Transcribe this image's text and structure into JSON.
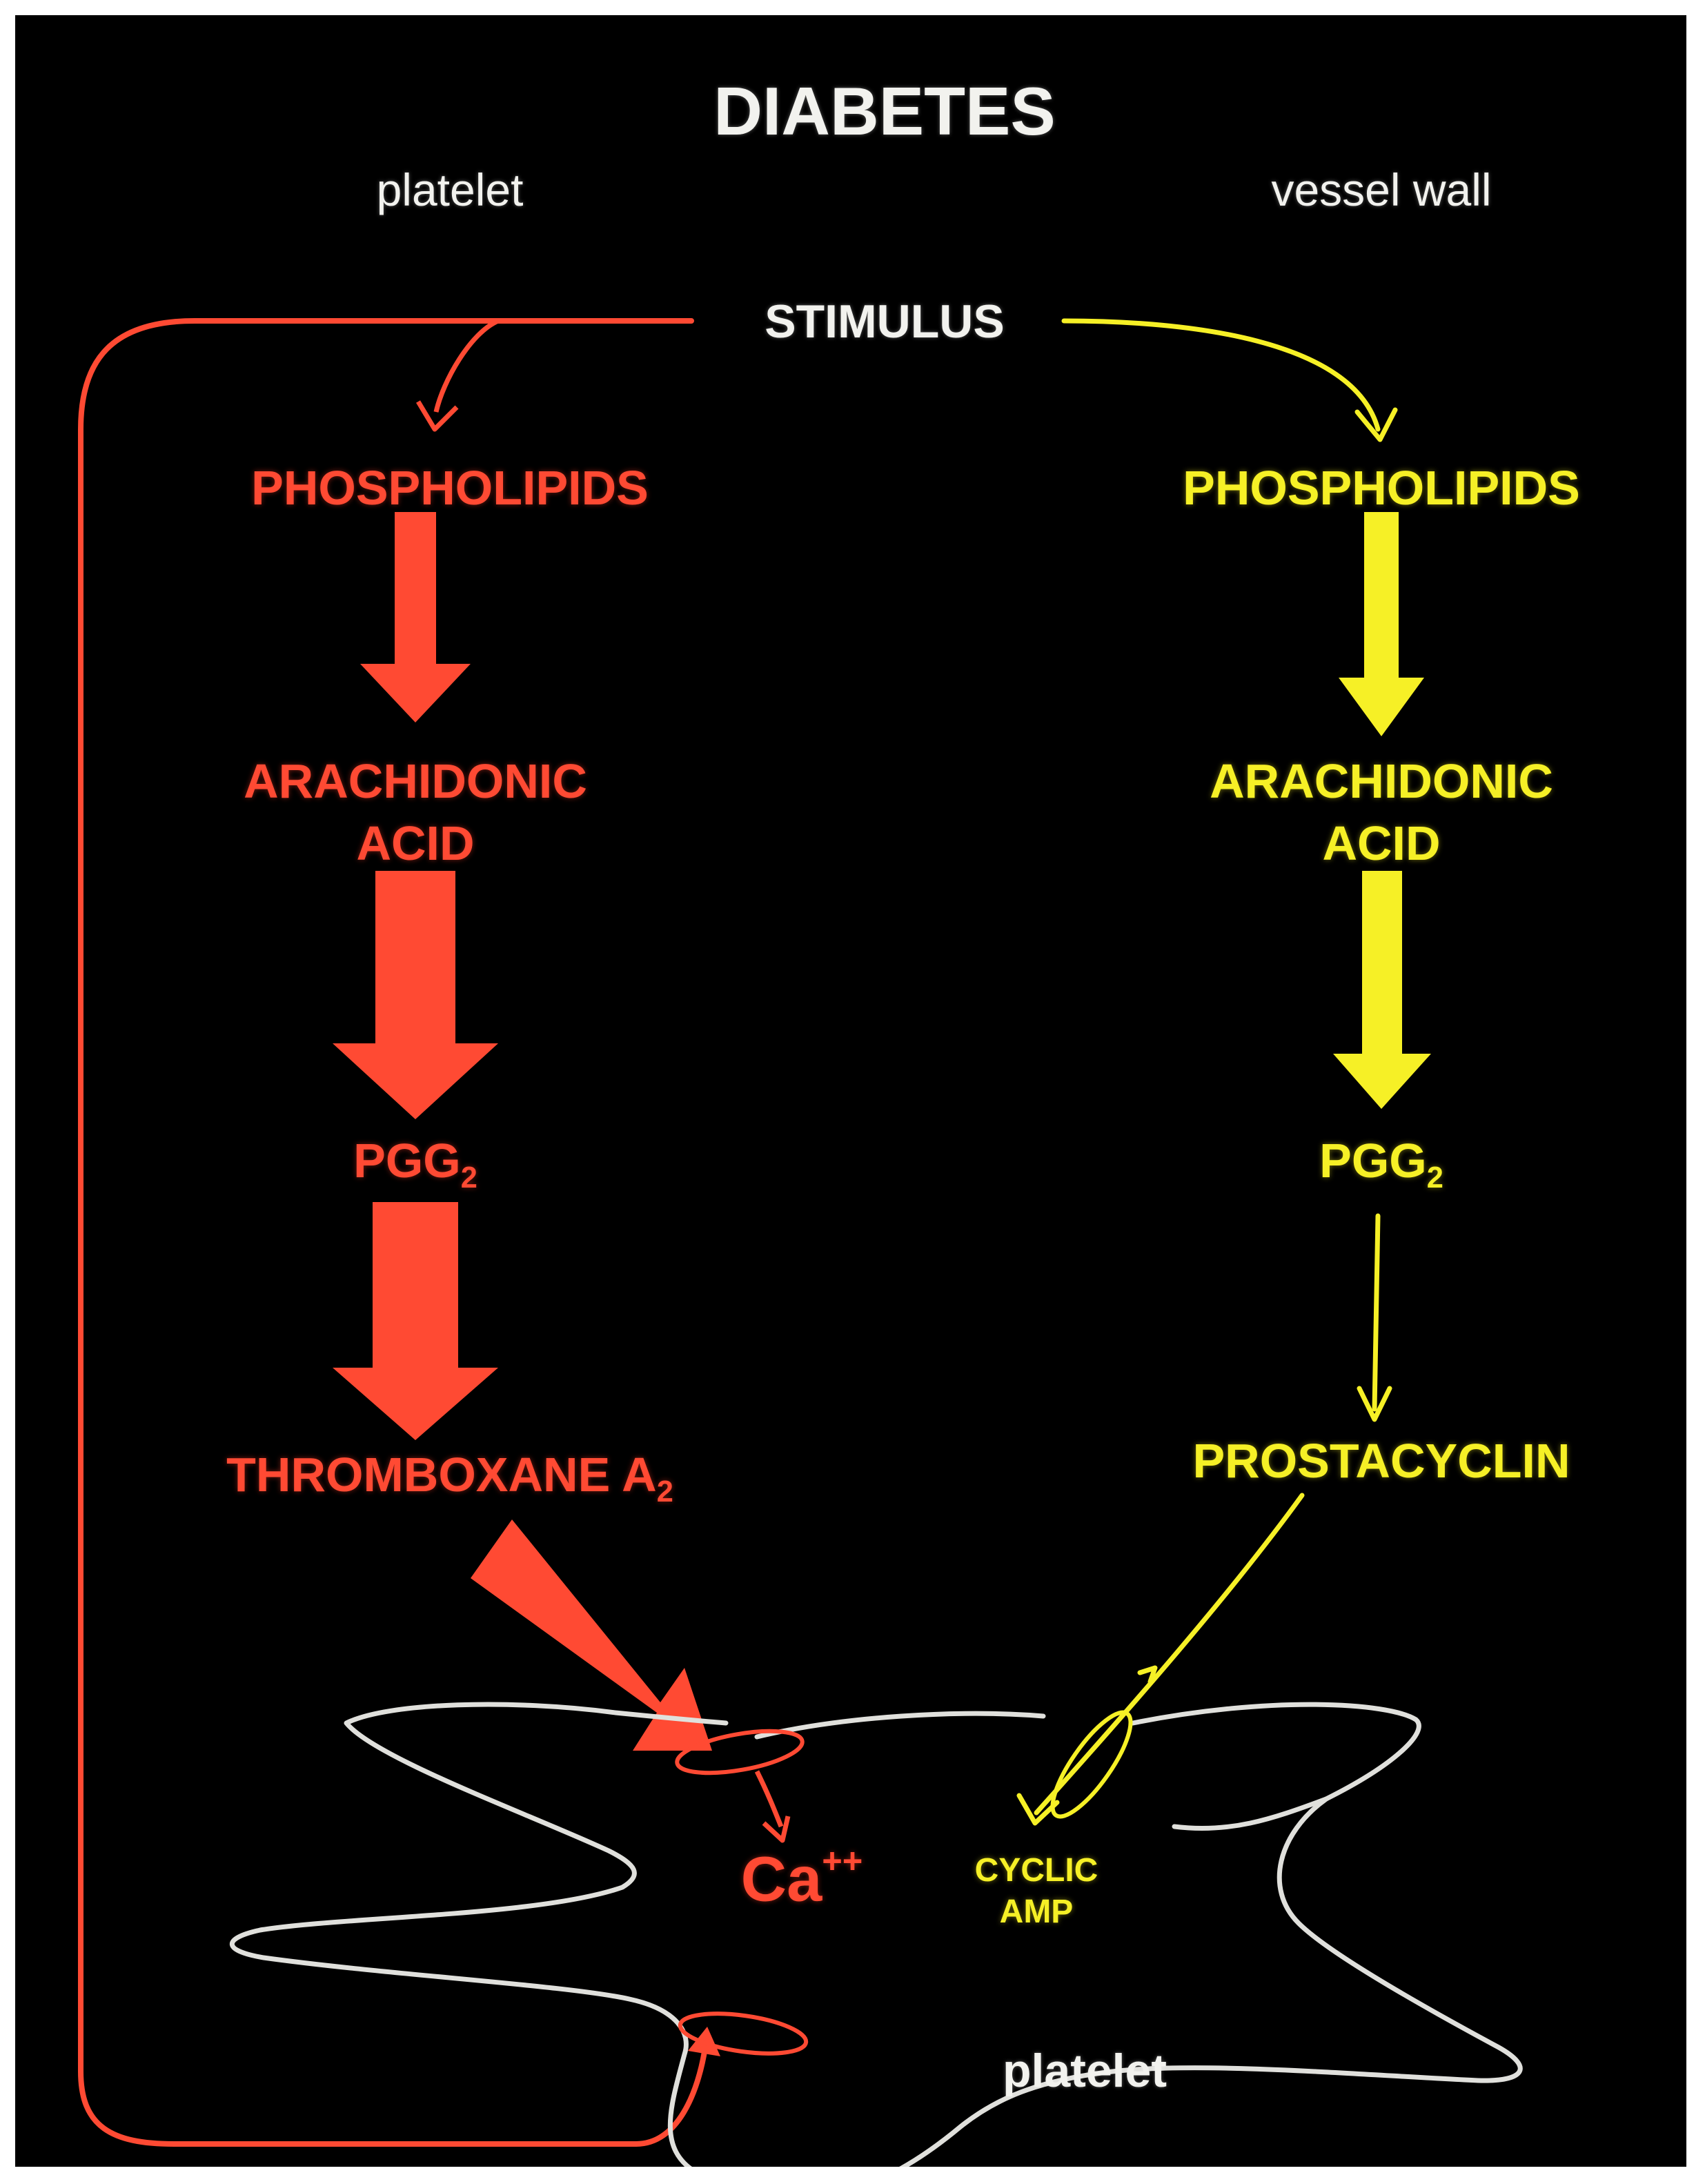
{
  "title": "DIABETES",
  "headers": {
    "left": "platelet",
    "right": "vessel wall"
  },
  "stimulus": "STIMULUS",
  "platelet_pathway": {
    "phospholipids": "PHOSPHOLIPIDS",
    "arachidonic_1": "ARACHIDONIC",
    "arachidonic_2": "ACID",
    "pgg": "PGG",
    "pgg_sub": "2",
    "thromboxane": "THROMBOXANE A",
    "thromboxane_sub": "2"
  },
  "vessel_pathway": {
    "phospholipids": "PHOSPHOLIPIDS",
    "arachidonic_1": "ARACHIDONIC",
    "arachidonic_2": "ACID",
    "pgg": "PGG",
    "pgg_sub": "2",
    "prostacyclin": "PROSTACYCLIN"
  },
  "cell": {
    "calcium": "Ca",
    "calcium_sup": "++",
    "cyclic_1": "CYCLIC",
    "cyclic_2": "AMP",
    "label": "platelet"
  },
  "colors": {
    "background": "#000000",
    "platelet_path": "#ff4a33",
    "vessel_path": "#f6f026",
    "text": "#f2f2ee",
    "cell_outline": "#e0e0dc"
  }
}
